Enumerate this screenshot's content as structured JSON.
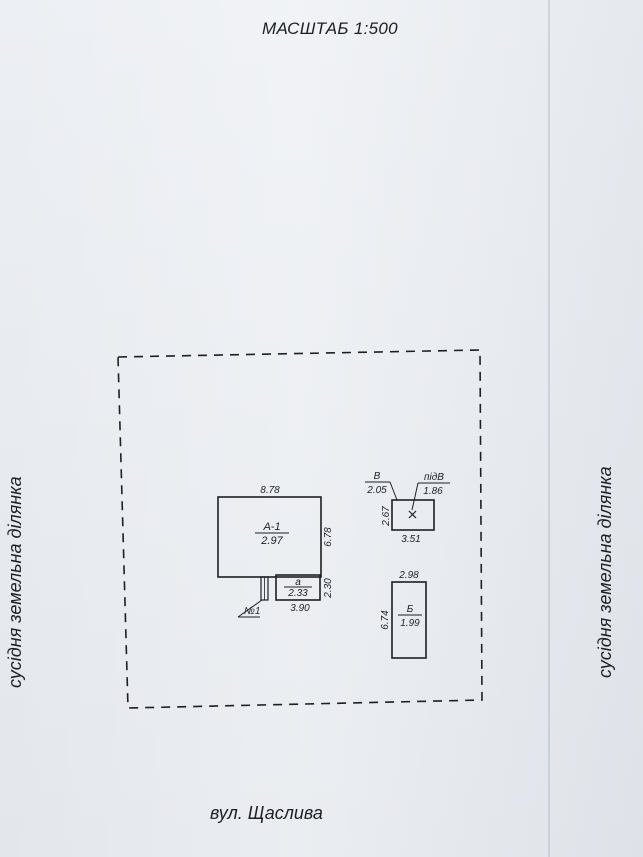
{
  "scale_label": "МАСШТАБ 1:500",
  "street_label": "вул. Щаслива",
  "neighbor_left": "сусідня земельна ділянка",
  "neighbor_right": "сусідня земельна ділянка",
  "buildings": {
    "a1": {
      "name": "А-1",
      "value": "2.97",
      "width": "8.78",
      "depth": "6.78"
    },
    "a": {
      "name": "а",
      "value": "2.33",
      "width": "3.90",
      "depth": "2.30"
    },
    "porch": {
      "name": "№1"
    },
    "v": {
      "name": "В",
      "value": "2.05",
      "width": "3.51",
      "depth": "2.67"
    },
    "pidv": {
      "name": "підВ",
      "value": "1.86"
    },
    "b": {
      "name": "Б",
      "value": "1.99",
      "width": "2.98",
      "depth": "6.74"
    }
  }
}
